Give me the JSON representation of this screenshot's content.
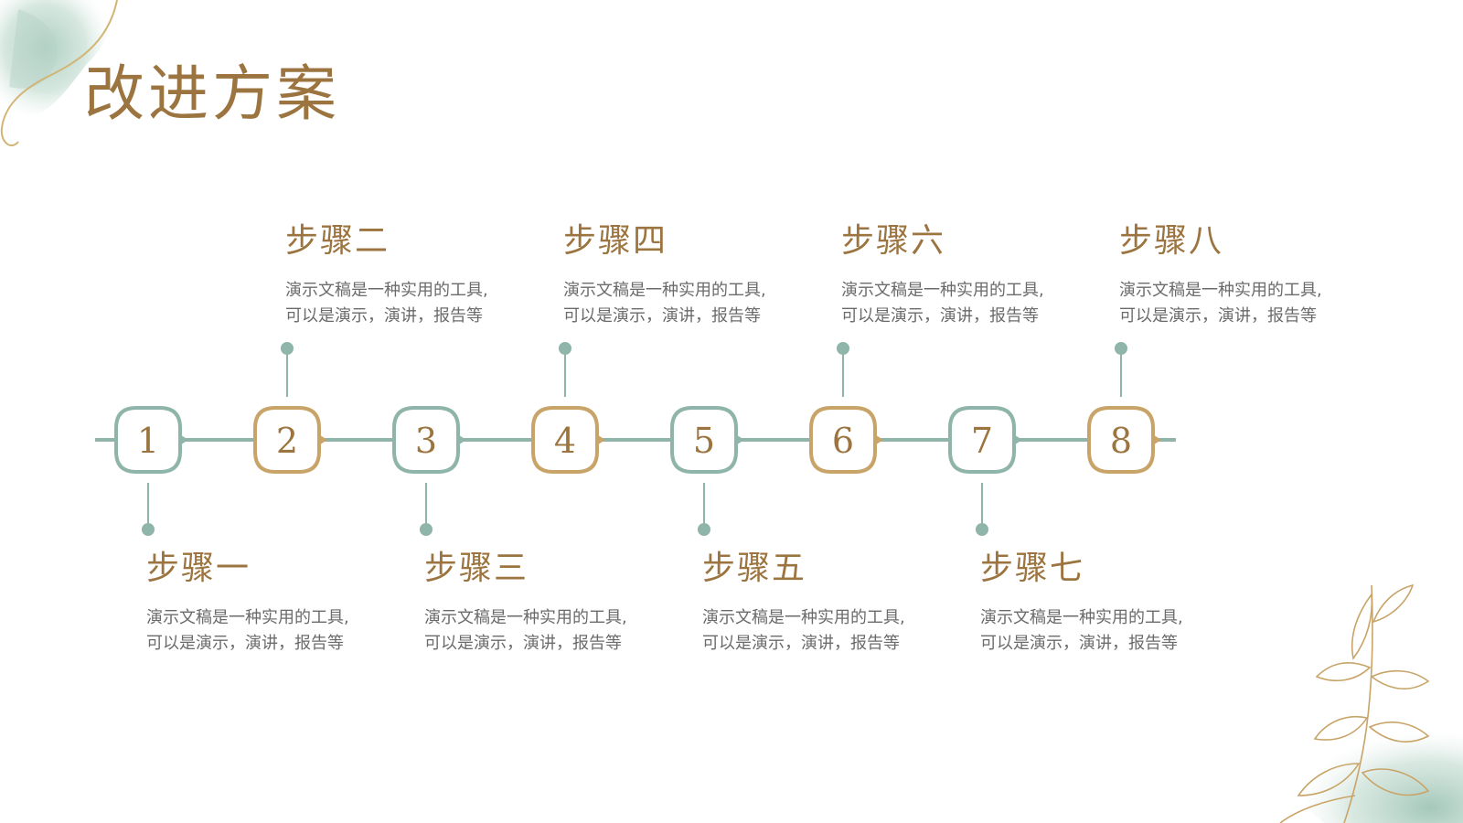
{
  "page": {
    "title": "改进方案"
  },
  "colors": {
    "gold": "#c8a468",
    "teal": "#8fb4a9",
    "title_brown": "#9b7440",
    "text_gray": "#6b6b6b"
  },
  "steps": [
    {
      "number": "1",
      "label": "步骤一",
      "desc_line1": "演示文稿是一种实用的工具,",
      "desc_line2": "可以是演示，演讲，报告等",
      "position": "below",
      "color": "teal"
    },
    {
      "number": "2",
      "label": "步骤二",
      "desc_line1": "演示文稿是一种实用的工具,",
      "desc_line2": "可以是演示，演讲，报告等",
      "position": "above",
      "color": "gold"
    },
    {
      "number": "3",
      "label": "步骤三",
      "desc_line1": "演示文稿是一种实用的工具,",
      "desc_line2": "可以是演示，演讲，报告等",
      "position": "below",
      "color": "teal"
    },
    {
      "number": "4",
      "label": "步骤四",
      "desc_line1": "演示文稿是一种实用的工具,",
      "desc_line2": "可以是演示，演讲，报告等",
      "position": "above",
      "color": "gold"
    },
    {
      "number": "5",
      "label": "步骤五",
      "desc_line1": "演示文稿是一种实用的工具,",
      "desc_line2": "可以是演示，演讲，报告等",
      "position": "below",
      "color": "teal"
    },
    {
      "number": "6",
      "label": "步骤六",
      "desc_line1": "演示文稿是一种实用的工具,",
      "desc_line2": "可以是演示，演讲，报告等",
      "position": "above",
      "color": "gold"
    },
    {
      "number": "7",
      "label": "步骤七",
      "desc_line1": "演示文稿是一种实用的工具,",
      "desc_line2": "可以是演示，演讲，报告等",
      "position": "below",
      "color": "teal"
    },
    {
      "number": "8",
      "label": "步骤八",
      "desc_line1": "演示文稿是一种实用的工具,",
      "desc_line2": "可以是演示，演讲，报告等",
      "position": "above",
      "color": "gold"
    }
  ]
}
